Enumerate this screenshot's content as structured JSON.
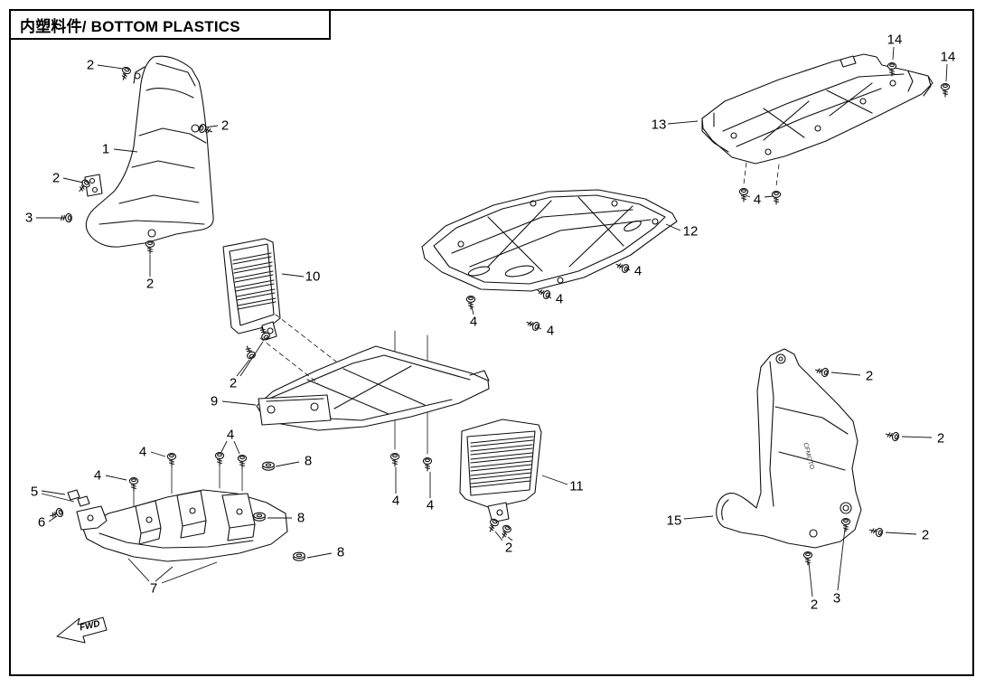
{
  "page": {
    "title": "内塑料件/ BOTTOM PLASTICS",
    "fwd_label": "FWD",
    "part_logo_text": "CFMOTO"
  },
  "callouts": [
    {
      "label": "2"
    },
    {
      "label": "2"
    },
    {
      "label": "1"
    },
    {
      "label": "2"
    },
    {
      "label": "3"
    },
    {
      "label": "2"
    },
    {
      "label": "10"
    },
    {
      "label": "2"
    },
    {
      "label": "9"
    },
    {
      "label": "4"
    },
    {
      "label": "4"
    },
    {
      "label": "4"
    },
    {
      "label": "5"
    },
    {
      "label": "6"
    },
    {
      "label": "7"
    },
    {
      "label": "8"
    },
    {
      "label": "8"
    },
    {
      "label": "8"
    },
    {
      "label": "4"
    },
    {
      "label": "4"
    },
    {
      "label": "11"
    },
    {
      "label": "2"
    },
    {
      "label": "12"
    },
    {
      "label": "4"
    },
    {
      "label": "4"
    },
    {
      "label": "4"
    },
    {
      "label": "4"
    },
    {
      "label": "13"
    },
    {
      "label": "14"
    },
    {
      "label": "14"
    },
    {
      "label": "4"
    },
    {
      "label": "2"
    },
    {
      "label": "2"
    },
    {
      "label": "15"
    },
    {
      "label": "2"
    },
    {
      "label": "2"
    },
    {
      "label": "3"
    }
  ]
}
